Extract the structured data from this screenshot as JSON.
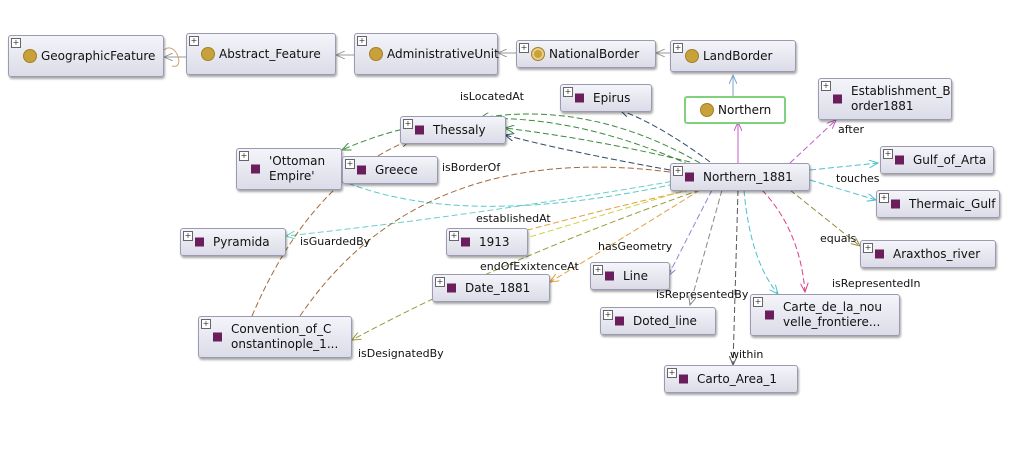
{
  "classes": {
    "geographic_feature": "GeographicFeature",
    "abstract_feature": "Abstract_Feature",
    "administrative_unit": "AdministrativeUnit",
    "national_border": "NationalBorder",
    "land_border": "LandBorder",
    "northern": "Northern"
  },
  "individuals": {
    "northern_1881": "Northern_1881",
    "epirus": "Epirus",
    "thessaly": "Thessaly",
    "ottoman_empire": "'Ottoman\nEmpire'",
    "greece": "Greece",
    "establishment": "Establishment_B\norder1881",
    "gulf_of_arta": "Gulf_of_Arta",
    "thermaic_gulf": "Thermaic_Gulf",
    "araxthos_river": "Araxthos_river",
    "pyramida": "Pyramida",
    "year_1913": "1913",
    "date_1881": "Date_1881",
    "line": "Line",
    "doted_line": "Doted_line",
    "carte": "Carte_de_la_nou\nvelle_frontiere...",
    "convention": "Convention_of_C\nonstantinople_1...",
    "carto_area": "Carto_Area_1"
  },
  "edge_labels": {
    "isLocatedAt": "isLocatedAt",
    "isBorderOf": "isBorderOf",
    "after": "after",
    "touches": "touches",
    "establishedAt": "establishedAt",
    "isGuardedBy": "isGuardedBy",
    "hasGeometry": "hasGeometry",
    "equals": "equals",
    "endOfExixtenceAt": "endOfExixtenceAt",
    "isRepresentedBy": "isRepresentedBy",
    "isRepresentedIn": "isRepresentedIn",
    "within": "within",
    "isDesignatedBy": "isDesignatedBy"
  },
  "toggle_symbol": "+",
  "colors": {
    "class_dot": "#c9a13b",
    "individual_diamond": "#6a1f5c",
    "subclass_arrow": "#7aa6c8",
    "type_arrow": "#c65cc8"
  }
}
